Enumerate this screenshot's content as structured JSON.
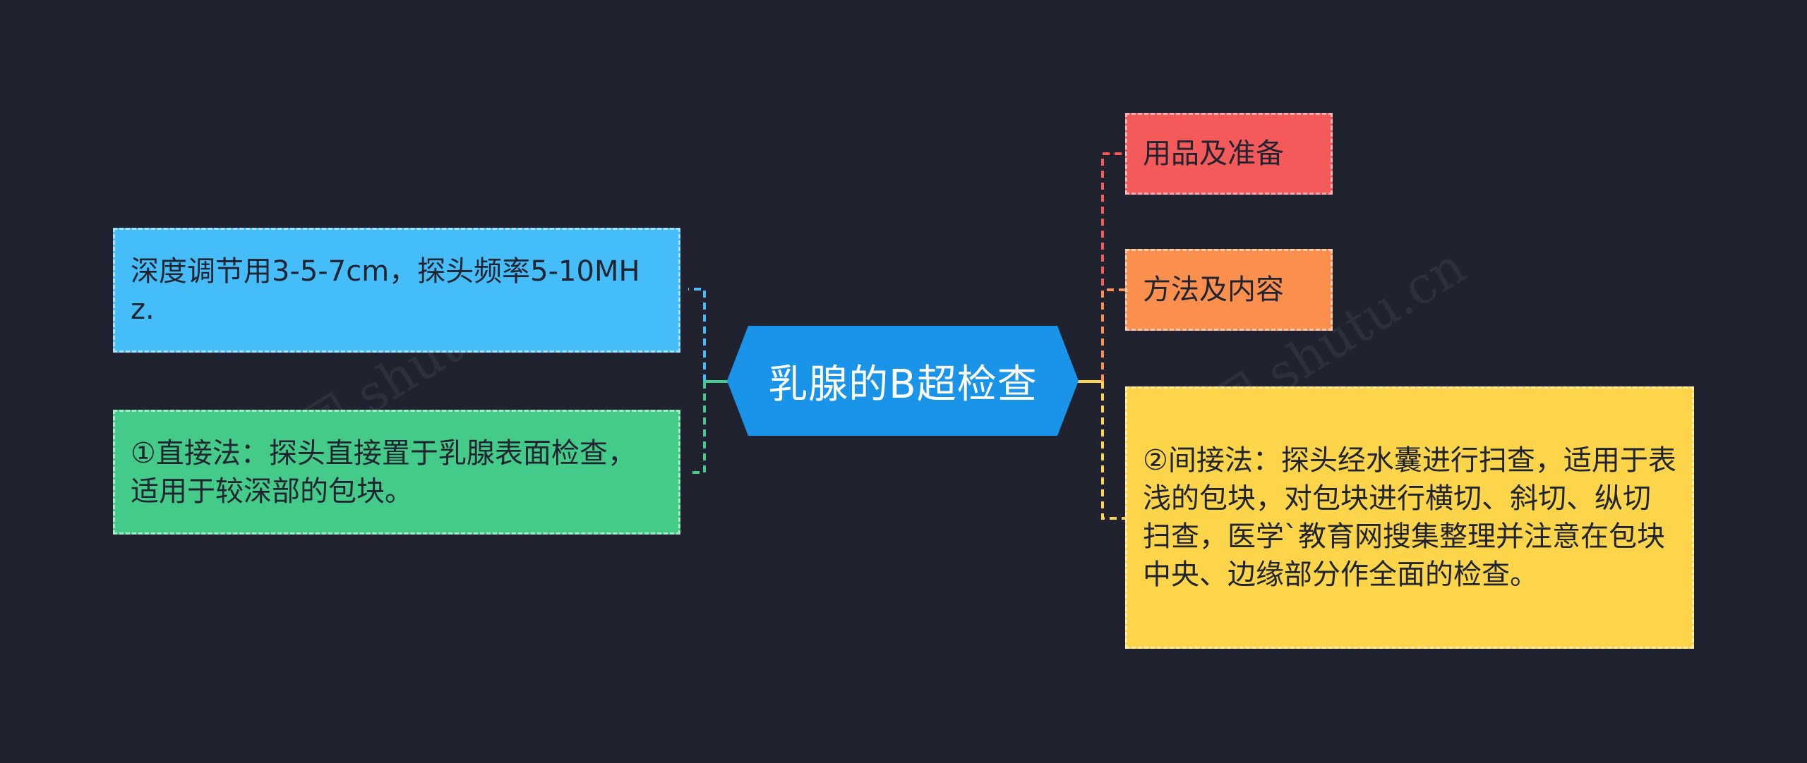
{
  "central_topic": {
    "label": "乳腺的B超检查",
    "color": "#1a94e8"
  },
  "left_branches": [
    {
      "label": "深度调节用3-5-7cm，探头频率5-10MHz.",
      "color": "#45bdf9"
    },
    {
      "label": "①直接法：探头直接置于乳腺表面检查，适用于较深部的包块。",
      "color": "#45cb89"
    }
  ],
  "right_branches": [
    {
      "label": "用品及准备",
      "color": "#f55a5b"
    },
    {
      "label": "方法及内容",
      "color": "#fb904e"
    },
    {
      "label": "②间接法：探头经水囊进行扫查，适用于表浅的包块，对包块进行横切、斜切、纵切扫查，医学`教育网搜集整理并注意在包块中央、边缘部分作全面的检查。",
      "color": "#fdd54a"
    }
  ],
  "watermarks": [
    "树图 shutu.cn",
    "树图 shutu.cn"
  ]
}
